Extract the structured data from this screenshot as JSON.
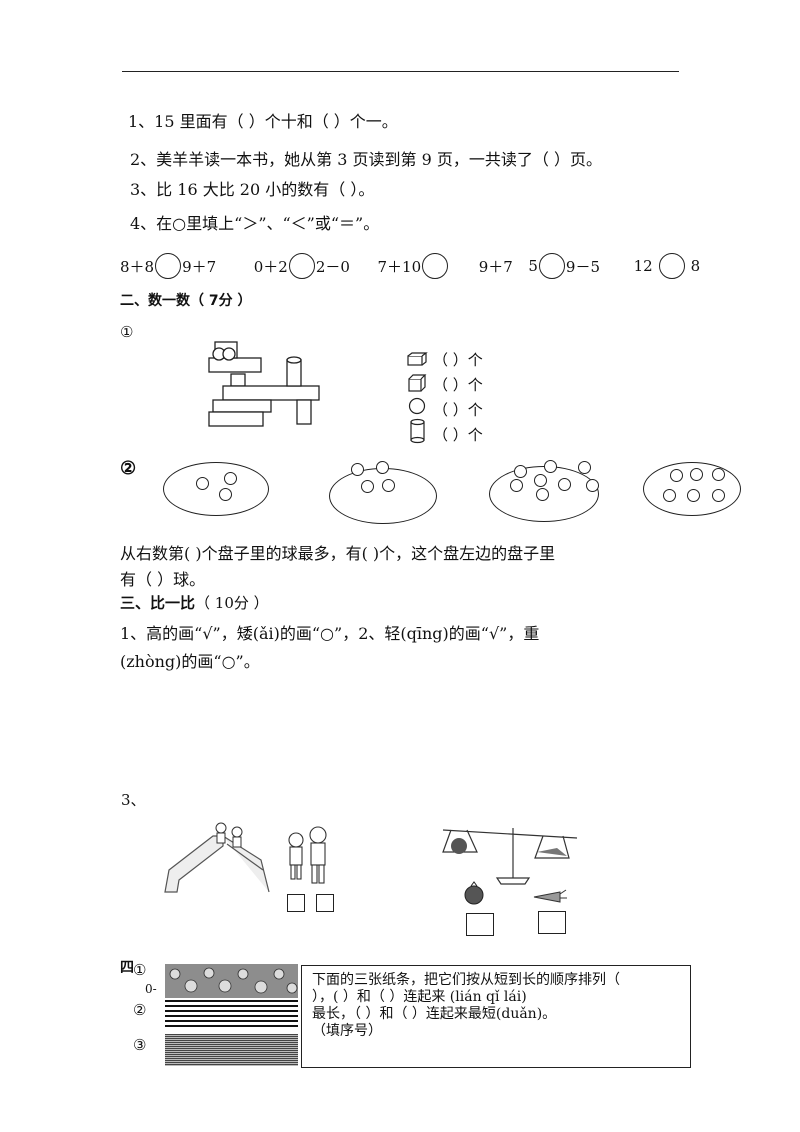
{
  "q1": {
    "l1": "1、15 里面有（          ）个十和（          ）个一。",
    "l2": "2、美羊羊读一本书，她从第 3 页读到第 9 页，一共读了（     ）页。",
    "l3": "3、比 16 大比 20 小的数有（                              ）。",
    "l4": "4、在○里填上“＞”、“＜”或“＝”。",
    "compare": [
      {
        "left": "8＋8",
        "right": "9＋7"
      },
      {
        "left": "0＋2",
        "right": "2－0"
      },
      {
        "left": "7＋10",
        "right": "9＋7"
      },
      {
        "left": "5",
        "right": "9－5"
      },
      {
        "left": "12",
        "right": "8"
      }
    ]
  },
  "s2": {
    "title": "二、数一数（   7分   ）",
    "mark1": "①",
    "count_rows": [
      "（        ）个",
      "（        ）个",
      "（        ）个",
      "（        ）个"
    ],
    "mark2": "②",
    "plate_l1": "从右数第(     )个盘子里的球最多，有(     )个，这个盘左边的盘子里",
    "plate_l2": "有（   ）球。"
  },
  "s3": {
    "title": "三、比一比",
    "score": "（  10分   ）",
    "l1": "1、高的画“√”，矮(ǎi)的画“○”，2、轻(qīng)的画“√”，重",
    "l2": "(zhòng)的画“○”。",
    "q3": "3、"
  },
  "s4": {
    "title_partial": "四",
    "strip_marks": [
      "①",
      "②",
      "③"
    ],
    "left_small": "0-",
    "box_l1": "下面的三张纸条，把它们按从短到长的顺序排列（",
    "box_l2": "          ），(      ）和（      ）连起来 (lián qǐ lái)",
    "box_l3": "最长，（      ）和（      ）连起来最短(duǎn)。",
    "box_l4": "（填序号）"
  },
  "icons": [
    "cuboid-icon",
    "cube-icon",
    "sphere-icon",
    "cylinder-icon"
  ]
}
